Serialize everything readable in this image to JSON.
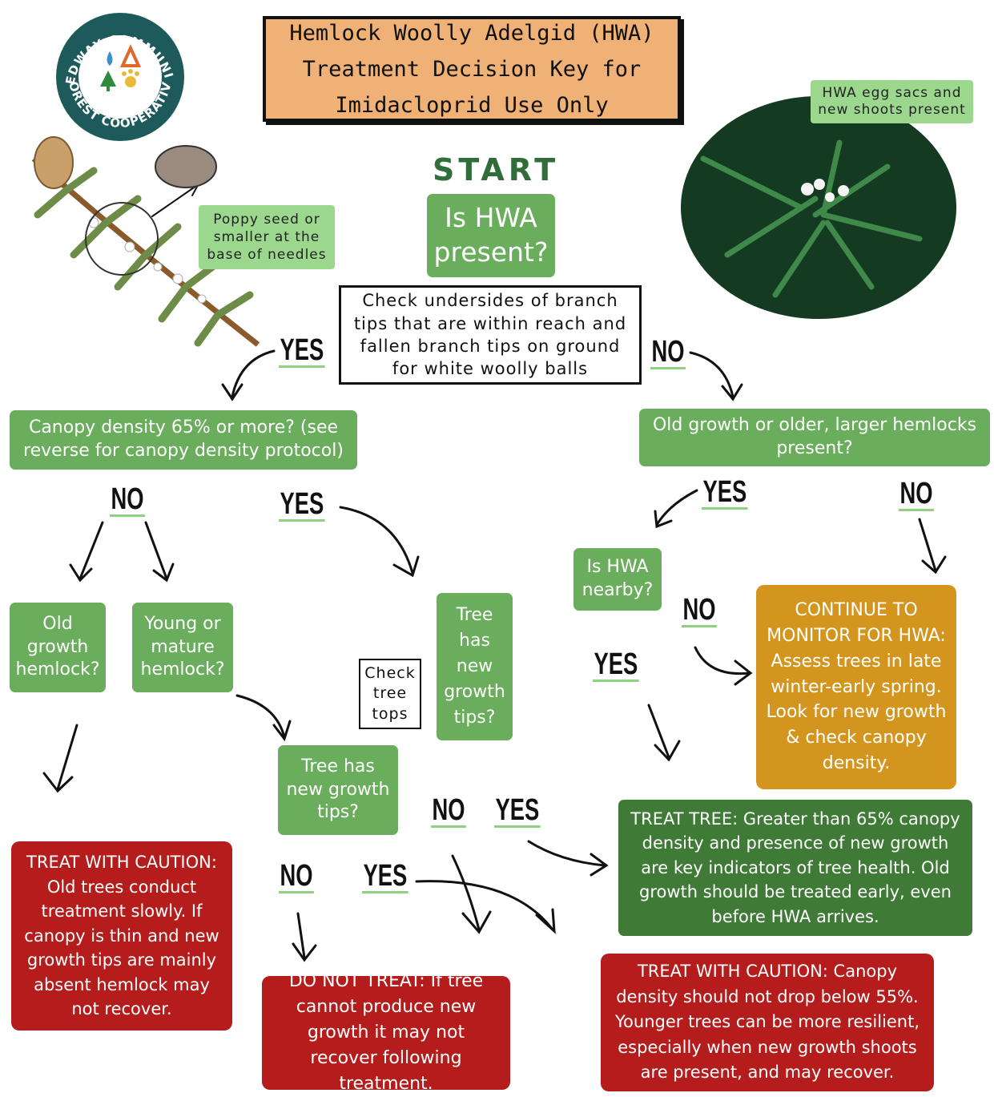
{
  "title": {
    "line1": "Hemlock Woolly Adelgid (HWA)",
    "line2": "Treatment Decision Key for",
    "line3": "Imidacloprid Use Only"
  },
  "logo": {
    "text_top": "MEDWAY COMMUNITY",
    "text_bottom": "FOREST COOPERATIVE",
    "colors": {
      "ring": "#1e5a5c",
      "blue": "#3d8fc9",
      "orange": "#e0682a",
      "green": "#2f8a3c",
      "yellow": "#e9b93a"
    }
  },
  "images": {
    "branch_label": "Poppy seed or smaller at the base of needles",
    "photo_label": "HWA egg sacs and new shoots present"
  },
  "start": "START",
  "q_present": "Is HWA present?",
  "check_box": "Check undersides of branch tips that are within reach and fallen branch tips on ground for white woolly balls",
  "canopy_q": "Canopy density 65% or more? (see reverse for canopy density protocol)",
  "old_larger_q": "Old growth or older, larger hemlocks present?",
  "old_growth_q": "Old growth hemlock?",
  "young_q": "Young or mature hemlock?",
  "check_tops": "Check tree tops",
  "tree_new_q": "Tree has new growth tips?",
  "tree_has_q": "Tree has new growth tips?",
  "nearby_q": "Is HWA nearby?",
  "continue_monitor": "CONTINUE TO MONITOR FOR HWA: Assess trees in late winter-early spring. Look for new growth & check canopy density.",
  "treat_tree": "TREAT TREE: Greater than 65% canopy density and presence of new growth are key indicators of tree health. Old growth should be treated early, even before HWA arrives.",
  "caution_old": "TREAT WITH CAUTION: Old trees conduct treatment slowly. If canopy is thin and new growth tips are mainly absent hemlock may not recover.",
  "do_not_treat": "DO NOT TREAT: If tree cannot produce new growth it may not recover following treatment.",
  "caution_young": "TREAT WITH CAUTION: Canopy density should not drop below 55%. Younger trees can be more resilient, especially when new growth shoots are present, and may recover.",
  "yn": {
    "yes": "YES",
    "no": "NO"
  },
  "colors": {
    "green": "#6aad5c",
    "dark_green": "#3f7a36",
    "red": "#b51c1c",
    "orange": "#d4951f",
    "title_bg": "#efb176",
    "label_green": "#9bd88e"
  }
}
